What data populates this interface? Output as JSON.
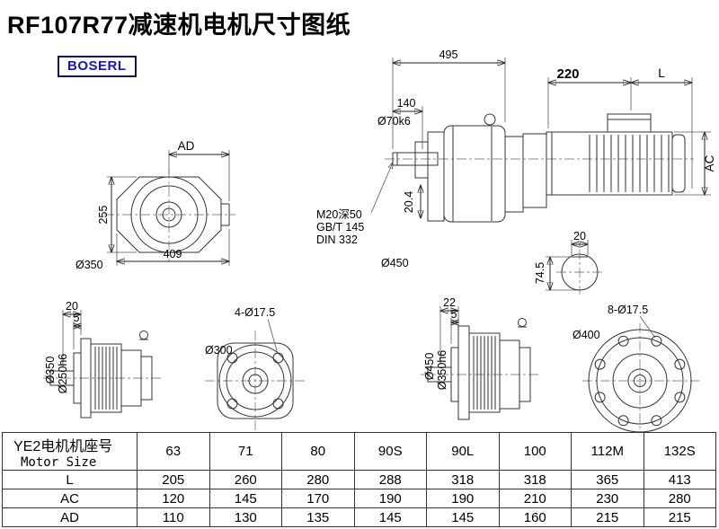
{
  "title": "RF107R77减速机电机尺寸图纸",
  "logo": "BOSERL",
  "drawing": {
    "front_top": {
      "ad": "AD",
      "h255": "255",
      "w409": "409",
      "d350": "Ø350"
    },
    "side_main": {
      "d495": "495",
      "d140": "140",
      "shaft_dia": "Ø70k6",
      "d220": "220",
      "dim_L": "L",
      "dim_AC": "AC",
      "thread_line1": "M20深50",
      "thread_line2": "GB/T 145",
      "thread_line3": "DIN 332",
      "d204": "20.4",
      "d450": "Ø450",
      "d20": "20",
      "d745": "74.5"
    },
    "flange_small_side": {
      "d20": "20",
      "d5": "5",
      "d350": "Ø350",
      "d250": "Ø250h6"
    },
    "flange_small_front": {
      "holes": "4-Ø17.5",
      "d300": "Ø300"
    },
    "flange_large_side": {
      "d22": "22",
      "d5": "5",
      "d450": "Ø450",
      "d350": "Ø350h6"
    },
    "flange_large_front": {
      "holes": "8-Ø17.5",
      "d400": "Ø400"
    }
  },
  "table": {
    "header_cn": "YE2电机机座号",
    "header_en": "Motor Size",
    "sizes": [
      "63",
      "71",
      "80",
      "90S",
      "90L",
      "100",
      "112M",
      "132S"
    ],
    "rows": [
      {
        "label": "L",
        "values": [
          "205",
          "260",
          "280",
          "288",
          "318",
          "318",
          "365",
          "413"
        ]
      },
      {
        "label": "AC",
        "values": [
          "120",
          "145",
          "170",
          "190",
          "190",
          "210",
          "230",
          "280"
        ]
      },
      {
        "label": "AD",
        "values": [
          "110",
          "130",
          "135",
          "145",
          "145",
          "160",
          "215",
          "215"
        ]
      }
    ]
  }
}
